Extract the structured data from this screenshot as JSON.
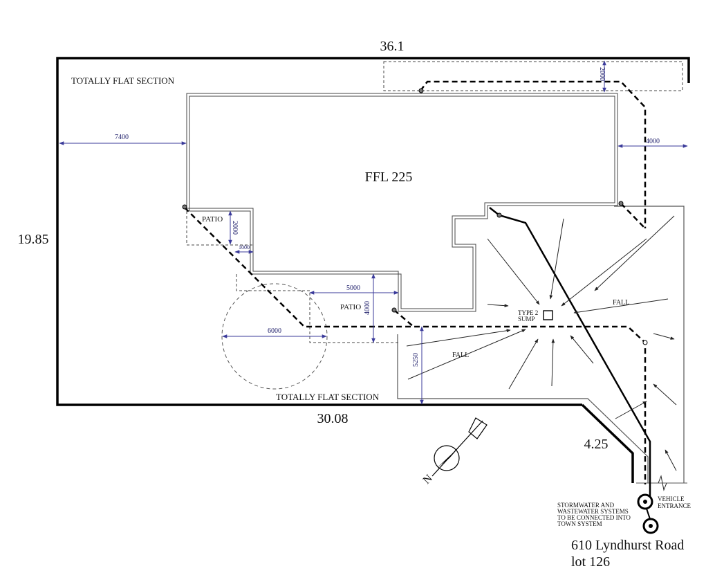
{
  "plan": {
    "boundary": {
      "top": "36.1",
      "left": "19.85",
      "bottom": "30.08",
      "diagonal": "4.25"
    },
    "house_level": "FFL 225",
    "site_notes": {
      "north_section": "TOTALLY FLAT SECTION",
      "south_section": "TOTALLY FLAT SECTION"
    },
    "patios": {
      "west": "PATIO",
      "south": "PATIO"
    },
    "dimensions": {
      "west_setback": "7400",
      "east_setback": "4000",
      "north_strip": "2000",
      "patio_west_depth": "2000",
      "patio_west_width": "1000",
      "patio_south_width": "5000",
      "patio_south_depth": "4000",
      "circle_diameter": "6000",
      "driveway_depth": "5250"
    },
    "sump": {
      "line1": "TYPE 2",
      "line2": "SUMP"
    },
    "fall_labels": [
      "FALL",
      "FALL"
    ],
    "notes": {
      "stormwater": [
        "STORMWATER AND",
        "WASTEWATER SYSTEMS",
        "TO BE CONNECTED INTO",
        "TOWN SYSTEM"
      ],
      "vehicle": [
        "VEHICLE",
        "ENTRANCE"
      ]
    },
    "address": {
      "line1": "610 Lyndhurst Road",
      "line2": "lot 126"
    },
    "north_label": "N"
  }
}
